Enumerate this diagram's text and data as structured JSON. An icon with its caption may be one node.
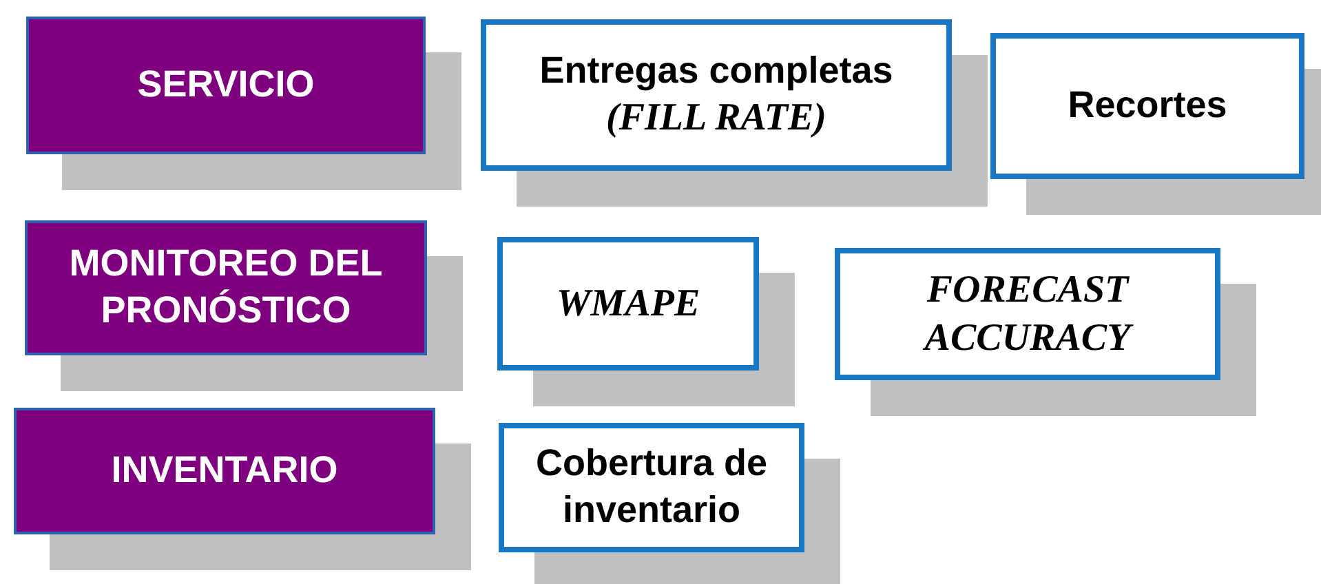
{
  "diagram": {
    "nodes": [
      {
        "text": [
          "SERVICIO"
        ]
      },
      {
        "text": [
          "Entregas completas",
          "(FILL RATE)"
        ]
      },
      {
        "text": [
          "Recortes"
        ]
      },
      {
        "text": [
          "MONITOREO DEL PRONÓSTICO"
        ]
      },
      {
        "text": [
          "WMAPE"
        ]
      },
      {
        "text": [
          "FORECAST ACCURACY"
        ]
      },
      {
        "text": [
          "INVENTARIO"
        ]
      },
      {
        "text": [
          "Cobertura de inventario"
        ]
      }
    ]
  }
}
